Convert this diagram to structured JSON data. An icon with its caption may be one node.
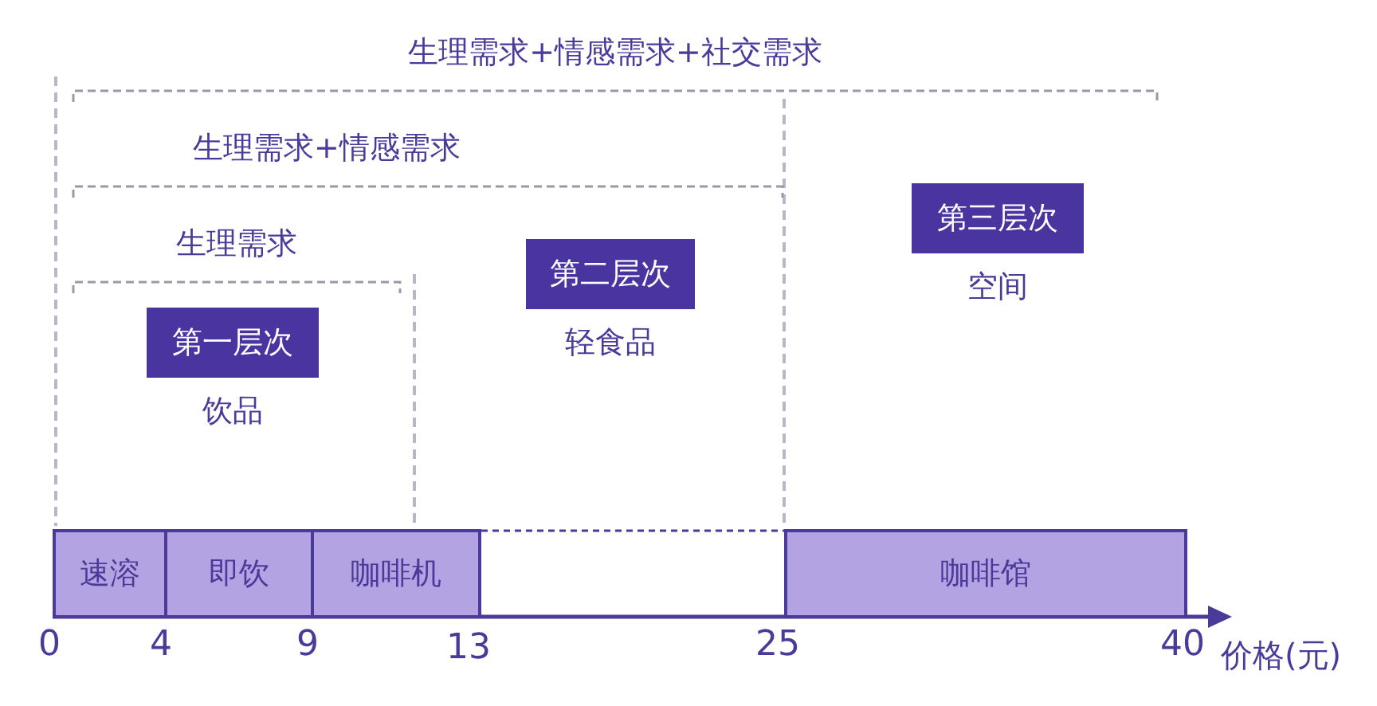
{
  "diagram": {
    "nodes": [
      {
        "text": [
          "生理需求+情感需求+社交需求"
        ]
      },
      {
        "text": [
          "生理需求+情感需求"
        ],
        "in": 0
      },
      {
        "text": [
          "生理需求"
        ],
        "in": 1
      },
      {
        "text": [
          "第一层次"
        ],
        "beside": [
          "饮品"
        ],
        "in": 2
      },
      {
        "text": [
          "第二层次"
        ],
        "beside": [
          "轻食品"
        ],
        "in": 1
      },
      {
        "text": [
          "第三层次"
        ],
        "beside": [
          "空间"
        ],
        "in": 0
      },
      {
        "text": [
          "速溶"
        ]
      },
      {
        "text": [
          "即饮"
        ]
      },
      {
        "text": [
          "咖啡机"
        ]
      },
      {
        "text": [
          "咖啡馆"
        ]
      }
    ],
    "edges": [],
    "labels": [
      "0",
      "4",
      "9",
      "13",
      "25",
      "40",
      "价格(元)"
    ]
  }
}
